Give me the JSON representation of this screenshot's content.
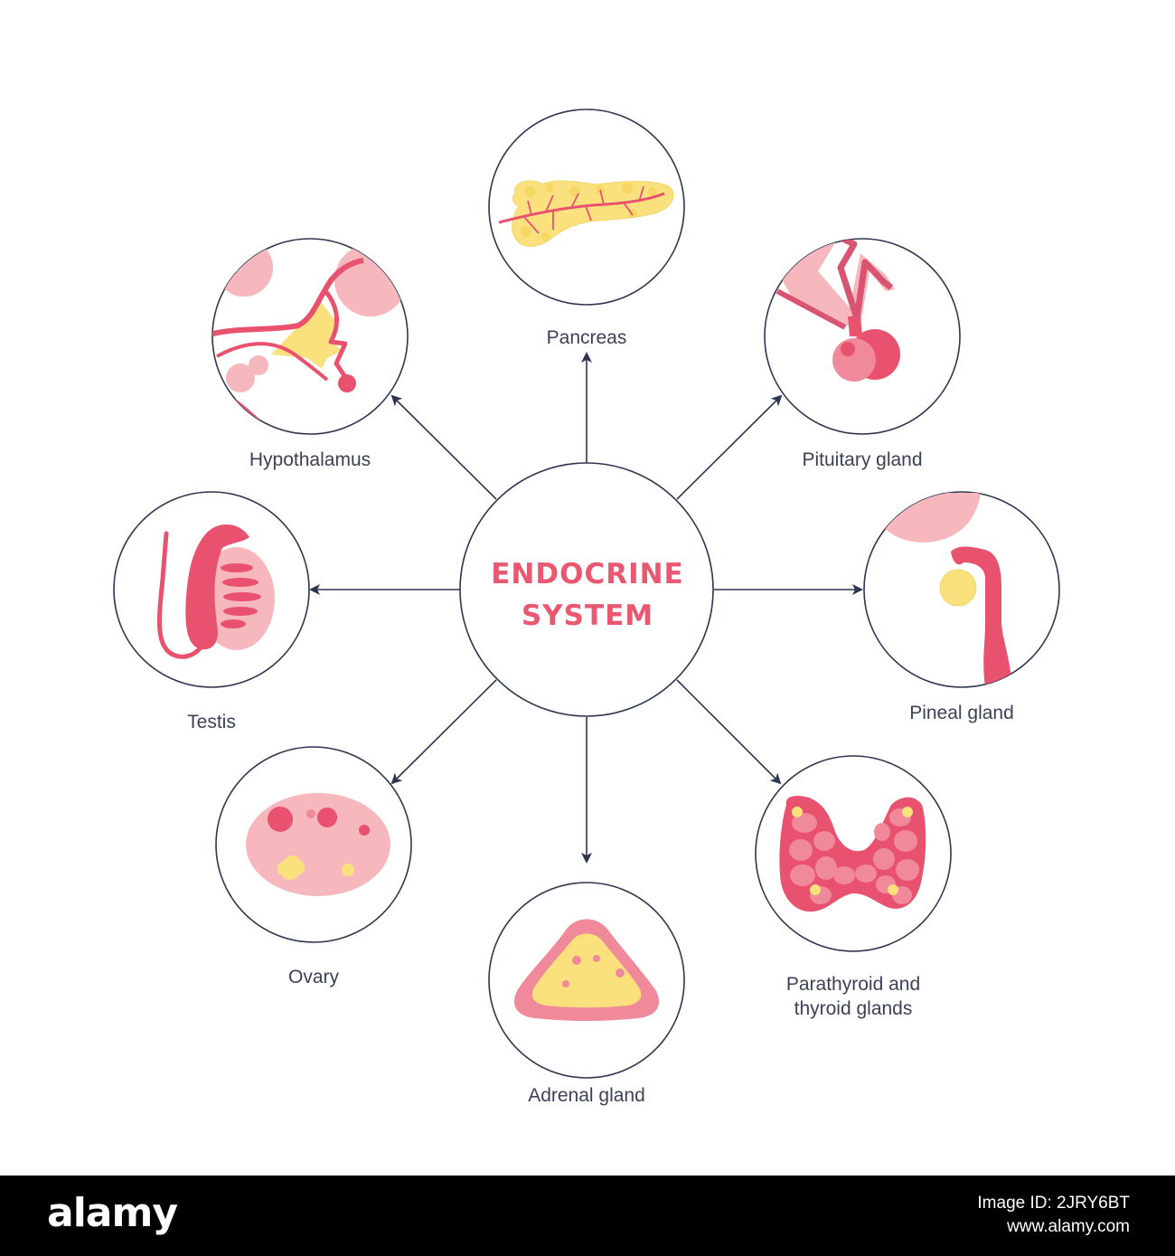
{
  "title": "ENDOCRINE\nSYSTEM",
  "colors": {
    "outline": "#2e3550",
    "title": "#e85870",
    "label": "#3b4257",
    "pink": "#f0899a",
    "light_pink": "#f7b8bd",
    "red": "#e8526e",
    "yellow": "#fbe17e"
  },
  "organs": [
    {
      "name": "Pancreas",
      "icon": "pancreas-icon"
    },
    {
      "name": "Pituitary gland",
      "icon": "pituitary-gland-icon"
    },
    {
      "name": "Pineal gland",
      "icon": "pineal-gland-icon"
    },
    {
      "name": "Parathyroid and\nthyroid glands",
      "icon": "thyroid-glands-icon"
    },
    {
      "name": "Adrenal gland",
      "icon": "adrenal-gland-icon"
    },
    {
      "name": "Ovary",
      "icon": "ovary-icon"
    },
    {
      "name": "Testis",
      "icon": "testis-icon"
    },
    {
      "name": "Hypothalamus",
      "icon": "hypothalamus-icon"
    }
  ],
  "footer": {
    "brand": "alamy",
    "image_id": "Image ID: 2JRY6BT",
    "url": "www.alamy.com"
  }
}
